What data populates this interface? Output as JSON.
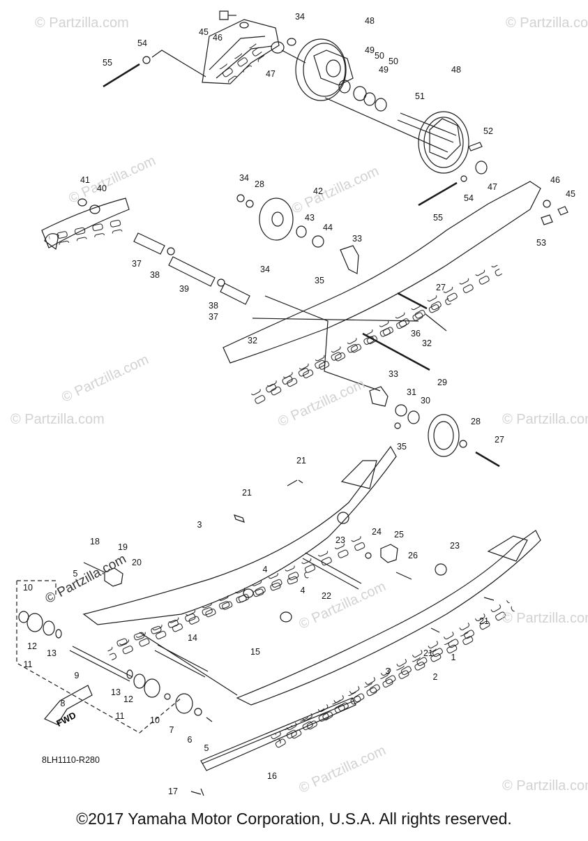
{
  "diagram": {
    "callouts": [
      "1",
      "2",
      "3",
      "3",
      "4",
      "4",
      "5",
      "5",
      "6",
      "7",
      "8",
      "9",
      "10",
      "10",
      "11",
      "11",
      "12",
      "12",
      "13",
      "13",
      "14",
      "15",
      "16",
      "17",
      "18",
      "19",
      "20",
      "21",
      "21",
      "21",
      "21",
      "22",
      "23",
      "23",
      "24",
      "25",
      "26",
      "27",
      "27",
      "28",
      "28",
      "29",
      "30",
      "31",
      "32",
      "32",
      "33",
      "33",
      "34",
      "34",
      "34",
      "35",
      "35",
      "36",
      "37",
      "37",
      "38",
      "38",
      "39",
      "40",
      "41",
      "42",
      "43",
      "44",
      "45",
      "45",
      "46",
      "46",
      "47",
      "47",
      "48",
      "48",
      "49",
      "49",
      "50",
      "50",
      "51",
      "52",
      "53",
      "54",
      "54",
      "55",
      "55"
    ],
    "part_code": "8LH1110-R280",
    "fwd_label": "FWD",
    "copyright": "©2017 Yamaha Motor Corporation, U.S.A. All rights reserved."
  },
  "watermarks": {
    "text": "© Partzilla.com",
    "overlay_text": "© Partzilla.com"
  },
  "colors": {
    "line": "#1a1a1a",
    "watermark": "#d2d2d2",
    "background": "#ffffff"
  }
}
